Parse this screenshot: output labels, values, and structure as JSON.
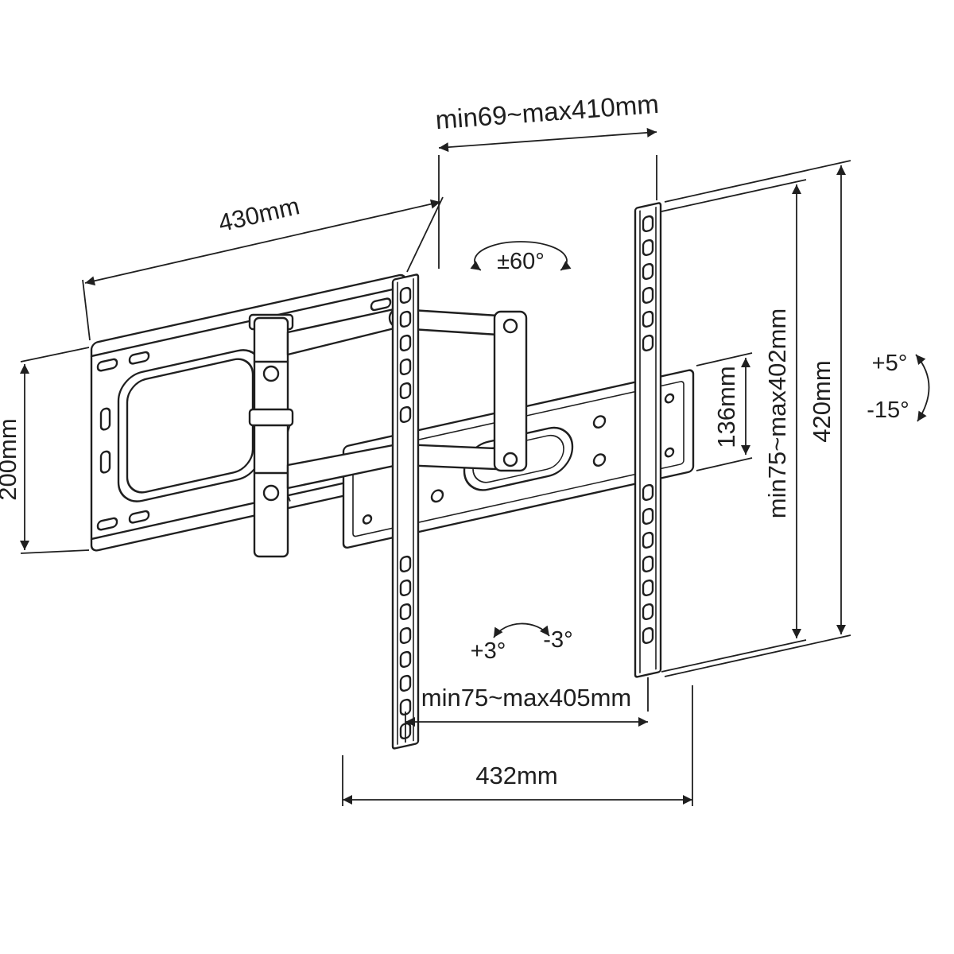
{
  "diagram": {
    "type": "technical-dimension-drawing",
    "subject": "full-motion articulating tv wall mount bracket",
    "colors": {
      "line": "#1f1f1f",
      "background": "#ffffff"
    },
    "labels": {
      "extension_range": "min69~max410mm",
      "wall_plate_width": "430mm",
      "wall_plate_height": "200mm",
      "swivel": "±60°",
      "tilt_up": "+5°",
      "tilt_down": "-15°",
      "rail_height": "420mm",
      "vesa_vertical_range": "min75~max402mm",
      "end_bracket_height": "136mm",
      "level_adjust_plus": "+3°",
      "level_adjust_minus": "-3°",
      "vesa_horizontal_range": "min75~max405mm",
      "crossbar_width": "432mm"
    }
  }
}
